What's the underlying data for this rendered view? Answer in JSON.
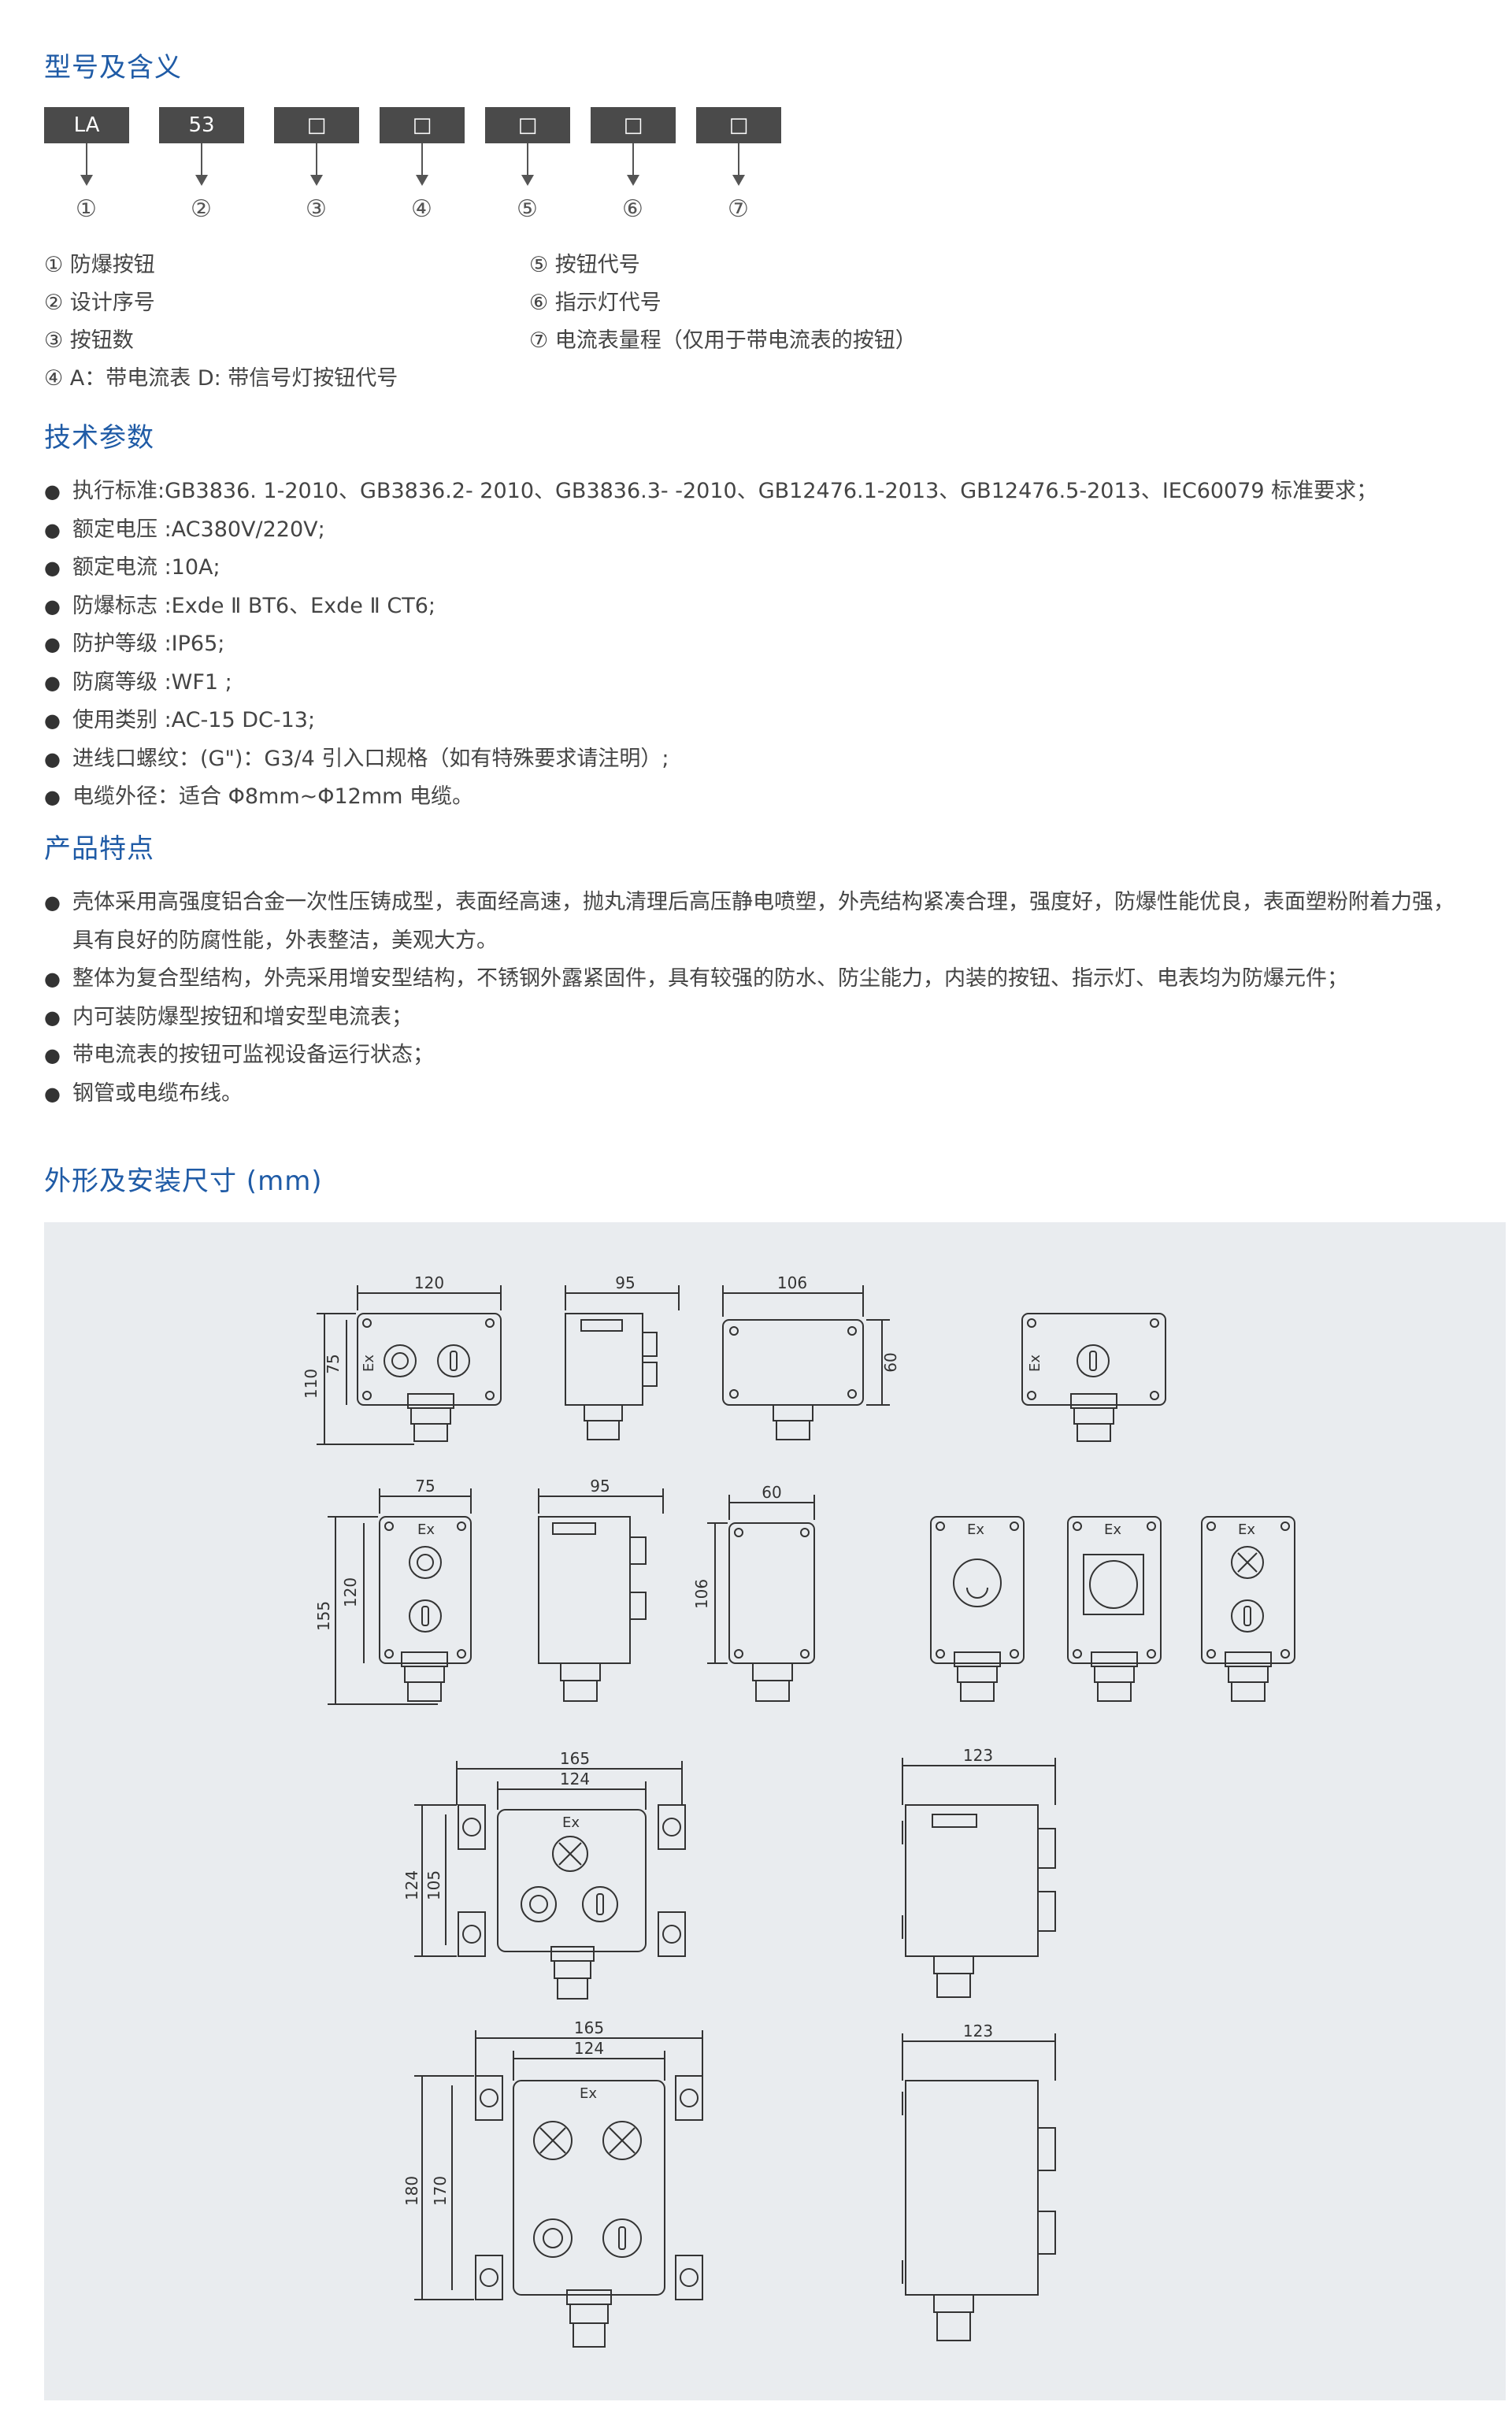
{
  "sections": {
    "model": "型号及含义",
    "tech": "技术参数",
    "features": "产品特点",
    "dims": "外形及安装尺寸 (mm)"
  },
  "code_boxes": [
    "LA",
    "53",
    "□",
    "□",
    "□",
    "□",
    "□"
  ],
  "circle_numbers": [
    "①",
    "②",
    "③",
    "④",
    "⑤",
    "⑥",
    "⑦"
  ],
  "meanings_left": [
    "① 防爆按钮",
    "② 设计序号",
    "③ 按钮数",
    "④ A：带电流表  D: 带信号灯按钮代号"
  ],
  "meanings_right": [
    "⑤ 按钮代号",
    "⑥ 指示灯代号",
    "⑦ 电流表量程（仅用于带电流表的按钮）"
  ],
  "tech_params": [
    "执行标准:GB3836. 1-2010、GB3836.2- 2010、GB3836.3- -2010、GB12476.1-2013、GB12476.5-2013、IEC60079 标准要求；",
    "额定电压 :AC380V/220V;",
    "额定电流 :10A;",
    "防爆标志 :Exde Ⅱ BT6、Exde Ⅱ CT6;",
    "防护等级 :IP65;",
    "防腐等级 :WF1   ;",
    "使用类别 :AC-15  DC-13;",
    "进线口螺纹：(G\")：G3/4 引入口规格（如有特殊要求请注明）;",
    "电缆外径：适合 Φ8mm~Φ12mm 电缆。"
  ],
  "features": [
    "壳体采用高强度铝合金一次性压铸成型，表面经高速，抛丸清理后高压静电喷塑，外壳结构紧凑合理，强度好，防爆性能优良，表面塑粉附着力强，",
    "具有良好的防腐性能，外表整洁，美观大方。",
    "整体为复合型结构，外壳采用增安型结构，不锈钢外露紧固件，具有较强的防水、防尘能力，内装的按钮、指示灯、电表均为防爆元件；",
    "内可装防爆型按钮和增安型电流表；",
    "带电流表的按钮可监视设备运行状态；",
    "钢管或电缆布线。"
  ],
  "drawing": {
    "ex": "Ex",
    "d120": "120",
    "d110": "110",
    "d75": "75",
    "d95": "95",
    "d106": "106",
    "d60": "60",
    "d155": "155",
    "d165": "165",
    "d124": "124",
    "d105": "105",
    "d123": "123",
    "d180": "180",
    "d170": "170"
  },
  "colors": {
    "heading": "#1f5ba6",
    "code_box": "#4a4a4a",
    "drawing_bg": "#e9ecef"
  }
}
